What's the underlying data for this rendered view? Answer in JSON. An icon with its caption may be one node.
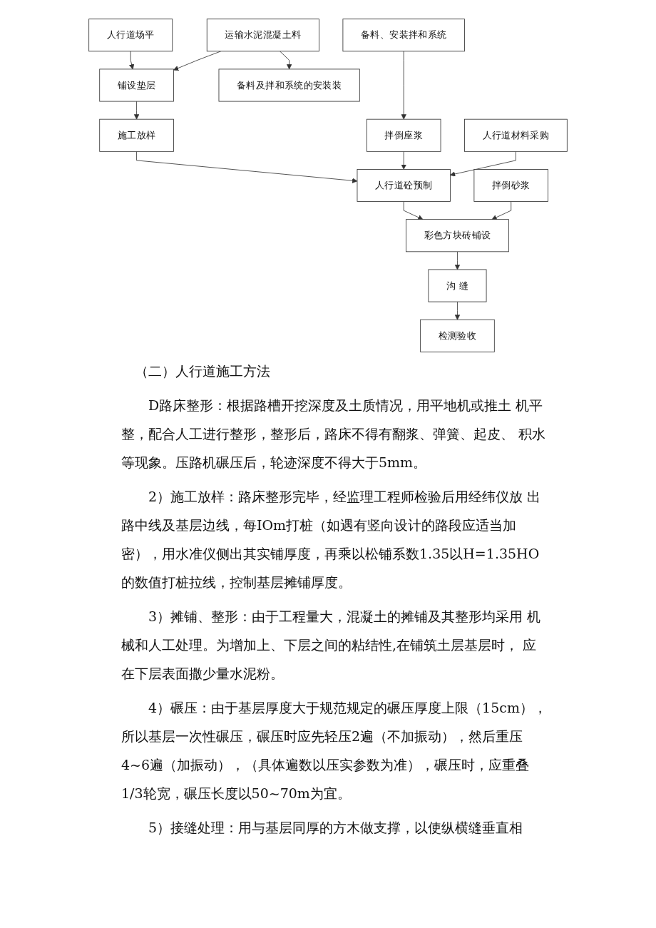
{
  "diagram": {
    "nodes": [
      {
        "text": [
          "人行道场平"
        ]
      },
      {
        "text": [
          "备料、安装拌和系统"
        ]
      },
      {
        "text": [
          "铺设垫层"
        ]
      },
      {
        "text": [
          "运输水泥混凝土料"
        ]
      },
      {
        "text": [
          "施工放样"
        ]
      },
      {
        "text": [
          "备料及拌和系统的安装装"
        ]
      },
      {
        "text": [
          "拌倒座浆"
        ]
      },
      {
        "text": [
          "人行道砼预制"
        ]
      },
      {
        "text": [
          "人行道材料采购"
        ]
      },
      {
        "text": [
          "拌倒砂浆"
        ]
      },
      {
        "text": [
          "彩色方块砖铺设"
        ]
      },
      {
        "text": [
          "沟 缝"
        ]
      },
      {
        "text": [
          "检测验收"
        ]
      }
    ],
    "edges": [
      {
        "from": 0,
        "to": 2,
        "arrow": "to"
      },
      {
        "from": 3,
        "to": 2,
        "arrow": "to"
      },
      {
        "from": 2,
        "to": 4,
        "arrow": "to"
      },
      {
        "from": 3,
        "to": 5,
        "arrow": "to"
      },
      {
        "from": 1,
        "to": 6,
        "arrow": "to"
      },
      {
        "from": 4,
        "to": 7,
        "arrow": "to"
      },
      {
        "from": 6,
        "to": 7,
        "arrow": "to"
      },
      {
        "from": 8,
        "to": 7,
        "arrow": "to"
      },
      {
        "from": 7,
        "to": 10,
        "arrow": "to"
      },
      {
        "from": 9,
        "to": 10,
        "arrow": "to"
      },
      {
        "from": 10,
        "to": 11,
        "arrow": "to"
      },
      {
        "from": 11,
        "to": 12,
        "arrow": "to"
      }
    ],
    "labels": [
      "（二）人行道施工方法",
      "D路床整形：根据路槽开挖深度及土质情况，用平地机或推土 机平整，配合人工进行整形，整形后，路床不得有翻浆、弹簧、起皮、 积水等现象。压路机碾压后，轮迹深度不得大于5mm。",
      "2）施工放样：路床整形完毕，经监理工程师检验后用经纬仪放 出路中线及基层边线，每IOm打桩（如遇有竖向设计的路段应适当加密），用水准仪侧出其实铺厚度，再乘以松铺系数1.35以H=1.35HO 的数值打桩拉线，控制基层摊铺厚度。",
      "3）摊铺、整形：由于工程量大，混凝土的摊铺及其整形均采用 机械和人工处理。为增加上、下层之间的粘结性,在铺筑土层基层时， 应在下层表面撒少量水泥粉。",
      "4）碾压：由于基层厚度大于规范规定的碾压厚度上限（15cm），所以基层一次性碾压，碾压时应先轻压2遍（不加振动），然后重压 4~6遍（加振动），（具体遍数以压实参数为准），碾压时，应重叠 1/3轮宽，碾压长度以50~70m为宜。",
      "5）接缝处理：用与基层同厚的方木做支撑，以使纵横缝垂直相"
    ]
  }
}
